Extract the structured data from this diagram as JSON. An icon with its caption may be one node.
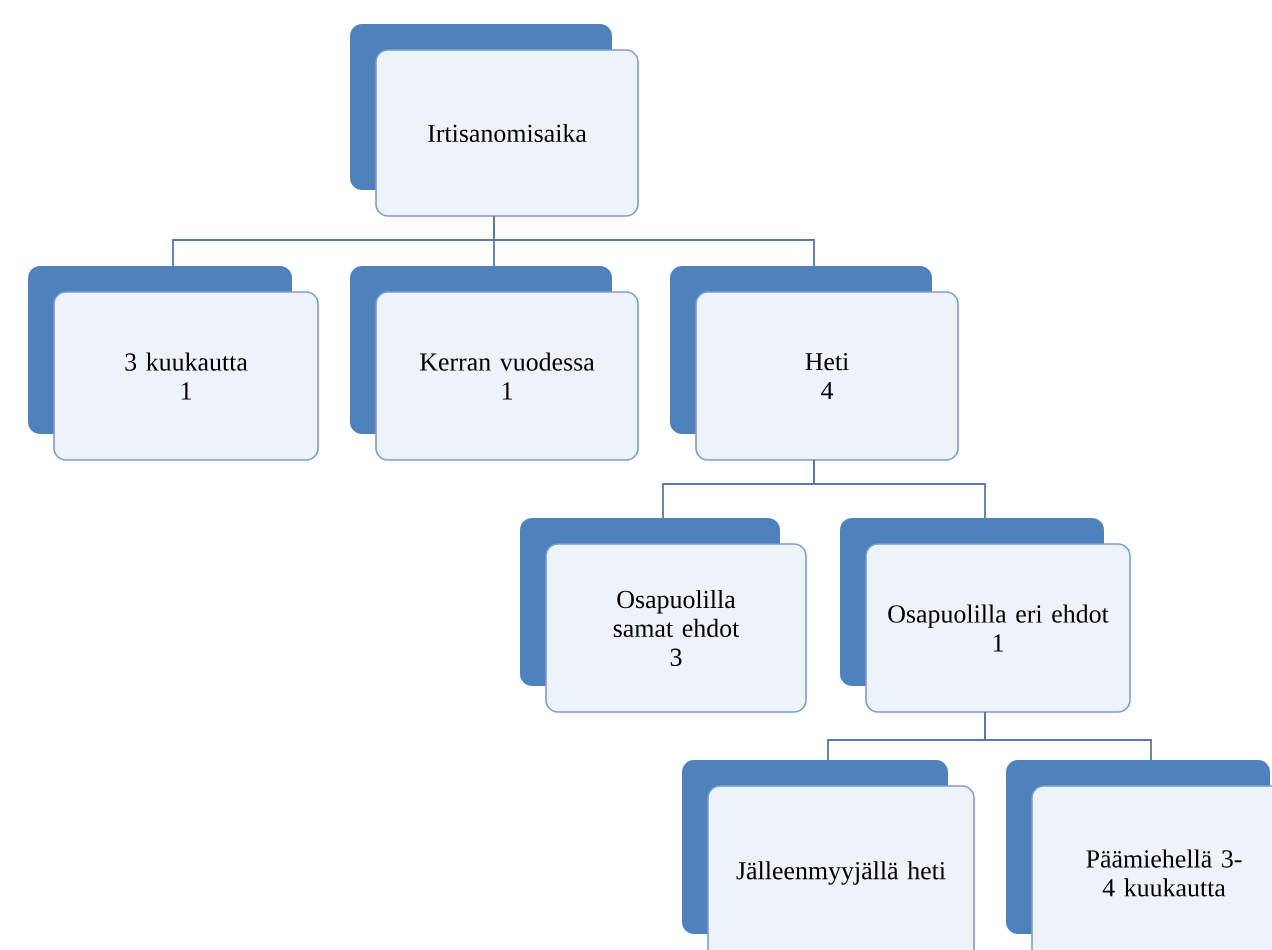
{
  "diagram": {
    "nodes": [
      {
        "text": [
          "Irtisanomisaika"
        ]
      },
      {
        "text": [
          "3 kuukautta",
          "1"
        ]
      },
      {
        "text": [
          "Kerran vuodessa",
          "1"
        ]
      },
      {
        "text": [
          "Heti",
          "4"
        ]
      },
      {
        "text": [
          "Osapuolilla samat ehdot",
          "3"
        ]
      },
      {
        "text": [
          "Osapuolilla eri ehdot",
          "1"
        ]
      },
      {
        "text": [
          "Jälleenmyyjällä heti"
        ]
      },
      {
        "text": [
          "Päämiehellä 3-4 kuukautta"
        ]
      }
    ],
    "edges": [
      {
        "from": 0,
        "to": 1,
        "arrow": "none"
      },
      {
        "from": 0,
        "to": 2,
        "arrow": "none"
      },
      {
        "from": 0,
        "to": 3,
        "arrow": "none"
      },
      {
        "from": 3,
        "to": 4,
        "arrow": "none"
      },
      {
        "from": 3,
        "to": 5,
        "arrow": "none"
      },
      {
        "from": 5,
        "to": 6,
        "arrow": "none"
      },
      {
        "from": 5,
        "to": 7,
        "arrow": "none"
      }
    ]
  }
}
